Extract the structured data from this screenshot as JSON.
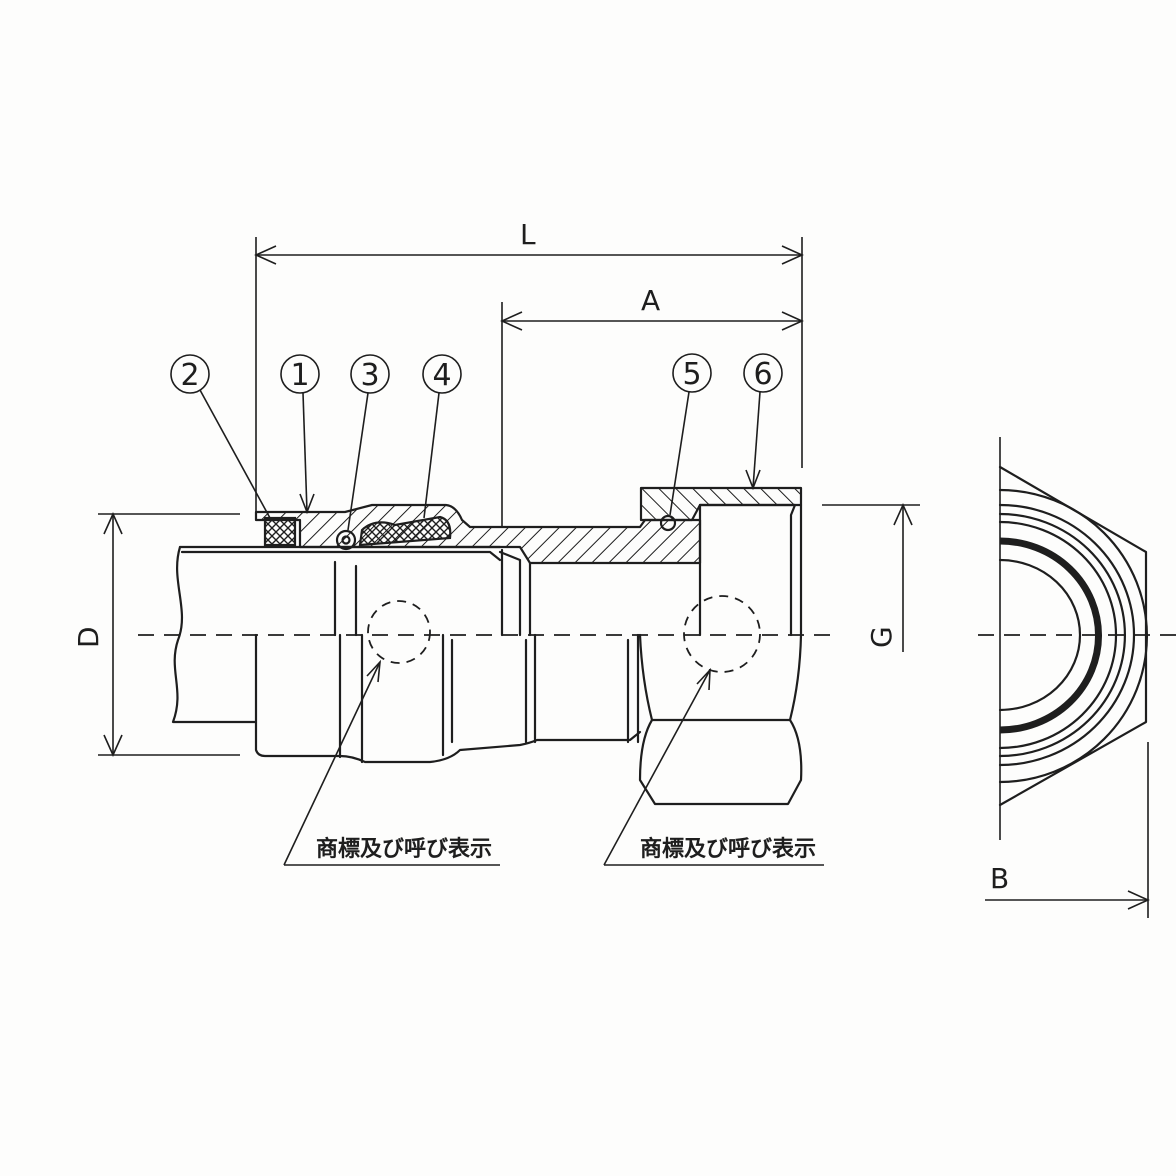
{
  "drawing": {
    "type": "fitting cross-section drawing",
    "dimensions": {
      "L": "L",
      "A": "A",
      "D": "D",
      "G": "G",
      "B": "B"
    },
    "balloons": [
      {
        "id": "2",
        "label": "2"
      },
      {
        "id": "1",
        "label": "1"
      },
      {
        "id": "3",
        "label": "3"
      },
      {
        "id": "4",
        "label": "4"
      },
      {
        "id": "5",
        "label": "5"
      },
      {
        "id": "6",
        "label": "6"
      }
    ],
    "annotations": [
      {
        "label": "商標及び呼び表示"
      },
      {
        "label": "商標及び呼び表示"
      }
    ],
    "colors": {
      "line": "#1e1e1e",
      "background": "#fdfdfc"
    }
  }
}
